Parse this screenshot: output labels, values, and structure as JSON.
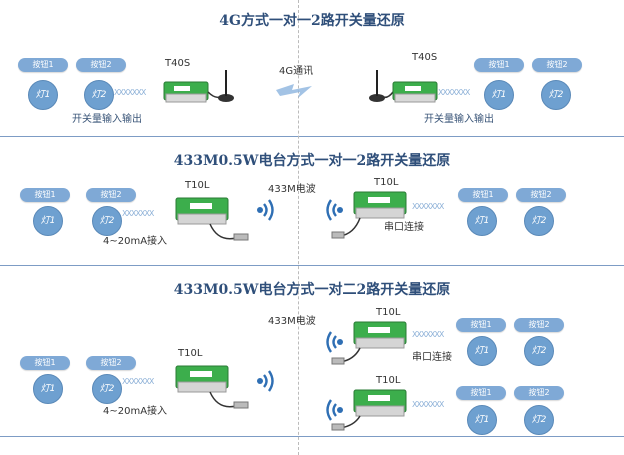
{
  "section1": {
    "title": "4G方式一对一2路开关量还原",
    "left": {
      "btn1": "按钮1",
      "btn2": "按钮2",
      "lamp1": "灯1",
      "lamp2": "灯2",
      "model": "T40S",
      "io_label": "开关量输入输出"
    },
    "right": {
      "btn1": "按钮1",
      "btn2": "按钮2",
      "lamp1": "灯1",
      "lamp2": "灯2",
      "model": "T40S",
      "io_label": "开关量输入输出"
    },
    "link_label": "4G通讯"
  },
  "section2": {
    "title": "433M0.5W电台方式一对一2路开关量还原",
    "left": {
      "btn1": "按钮1",
      "btn2": "按钮2",
      "lamp1": "灯1",
      "lamp2": "灯2",
      "model": "T10L",
      "io_label": "4~20mA接入"
    },
    "right": {
      "btn1": "按钮1",
      "btn2": "按钮2",
      "lamp1": "灯1",
      "lamp2": "灯2",
      "model": "T10L",
      "io_label": "串口连接"
    },
    "link_label": "433M电波"
  },
  "section3": {
    "title": "433M0.5W电台方式一对二2路开关量还原",
    "left": {
      "btn1": "按钮1",
      "btn2": "按钮2",
      "lamp1": "灯1",
      "lamp2": "灯2",
      "model": "T10L",
      "io_label": "4~20mA接入"
    },
    "right_a": {
      "btn1": "按钮1",
      "btn2": "按钮2",
      "lamp1": "灯1",
      "lamp2": "灯2",
      "model": "T10L",
      "io_label": "串口连接"
    },
    "right_b": {
      "btn1": "按钮1",
      "btn2": "按钮2",
      "lamp1": "灯1",
      "lamp2": "灯2",
      "model": "T10L"
    },
    "link_label": "433M电波"
  },
  "wire_text": "XXXXXXX",
  "colors": {
    "title": "#2f4f7a",
    "button": "#7fa9d6",
    "lamp": "#6ea0d0",
    "module_green": "#3cae4c",
    "divider": "#7d9cc5",
    "signal": "#2f6fb4"
  }
}
